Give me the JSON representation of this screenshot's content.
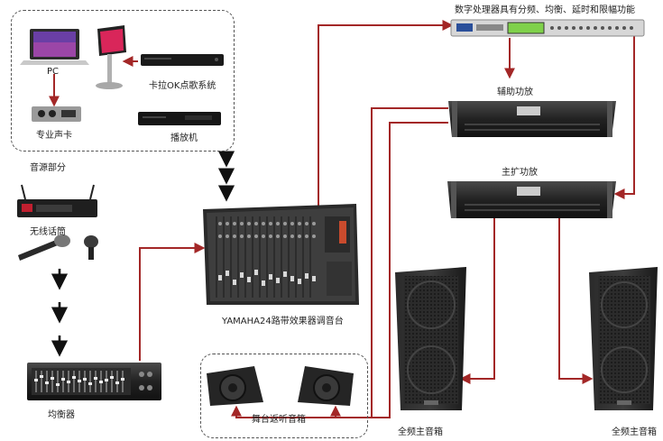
{
  "labels": {
    "pc": "PC",
    "karaoke_system": "卡拉OK点歌系统",
    "sound_card": "专业声卡",
    "player": "播放机",
    "source_section": "音源部分",
    "wireless_mic": "无线话筒",
    "equalizer": "均衡器",
    "mixer": "YAMAHA24路带效果器调音台",
    "processor": "数字处理器具有分频、均衡、延时和限幅功能",
    "aux_amp": "辅助功放",
    "main_amp": "主扩功放",
    "stage_monitor": "舞台返听音箱",
    "main_speaker_left": "全频主音箱",
    "main_speaker_right": "全频主音箱"
  },
  "colors": {
    "cable": "#a32727",
    "arrow": "#111111",
    "device_dark": "#1e1e1e",
    "device_mid": "#3a3a3a",
    "processor_display": "#7fd14a"
  }
}
